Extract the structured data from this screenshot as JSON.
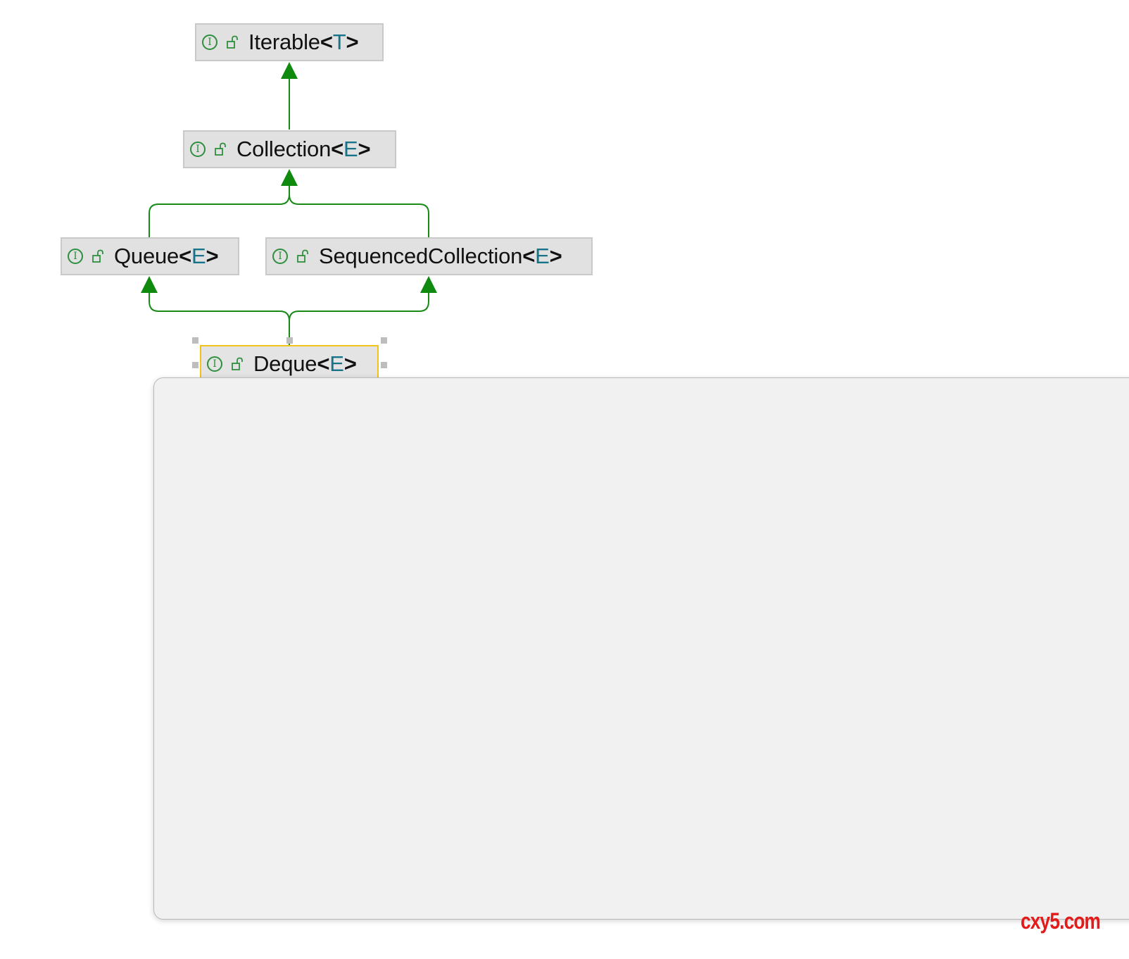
{
  "diagram": {
    "accent_color": "#178a17",
    "type_param_color": "#17738a",
    "nodes": {
      "iterable": {
        "kind_icon": "interface-icon",
        "kind_letter": "I",
        "name": "Iterable",
        "open": "<",
        "param": "T",
        "close": ">"
      },
      "collection": {
        "kind_icon": "interface-icon",
        "kind_letter": "I",
        "name": "Collection",
        "open": "<",
        "param": "E",
        "close": ">"
      },
      "queue": {
        "kind_icon": "interface-icon",
        "kind_letter": "I",
        "name": "Queue",
        "open": "<",
        "param": "E",
        "close": ">"
      },
      "sequenced": {
        "kind_icon": "interface-icon",
        "kind_letter": "I",
        "name": "SequencedCollection",
        "open": "<",
        "param": "E",
        "close": ">"
      },
      "deque": {
        "kind_icon": "interface-icon",
        "kind_letter": "I",
        "name": "Deque",
        "open": "<",
        "param": "E",
        "close": ">",
        "selected": true
      }
    },
    "edges": [
      {
        "from": "Collection",
        "to": "Iterable",
        "kind": "extends"
      },
      {
        "from": "Queue",
        "to": "Collection",
        "kind": "extends"
      },
      {
        "from": "SequencedCollection",
        "to": "Collection",
        "kind": "extends"
      },
      {
        "from": "Deque",
        "to": "Queue",
        "kind": "extends"
      },
      {
        "from": "Deque",
        "to": "SequencedCollection",
        "kind": "extends"
      }
    ]
  },
  "popup": {
    "state": "empty"
  },
  "watermark": {
    "text": "cxy5.com"
  }
}
